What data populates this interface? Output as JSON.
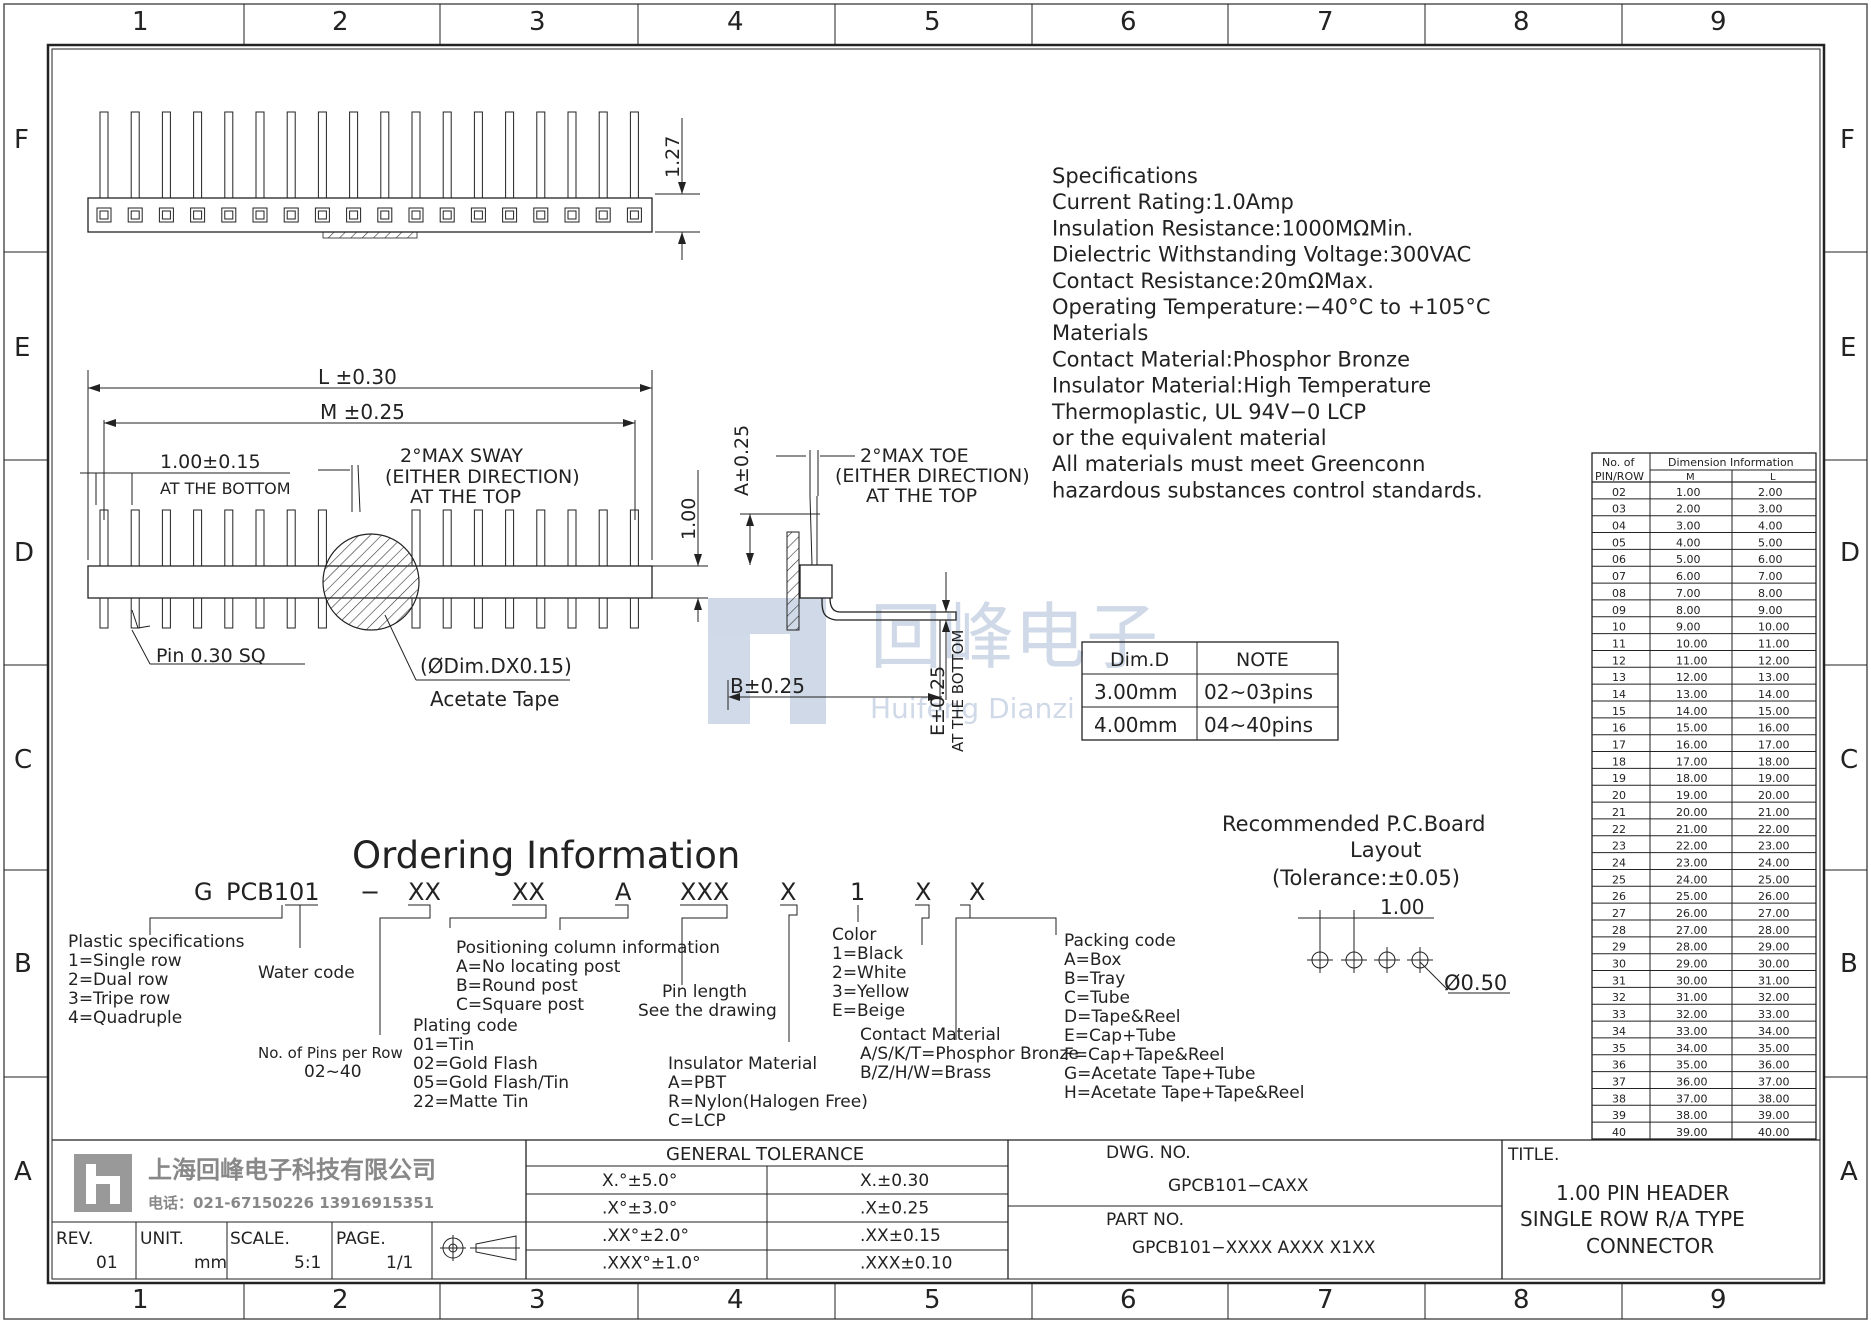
{
  "frame": {
    "columns": [
      "1",
      "2",
      "3",
      "4",
      "5",
      "6",
      "7",
      "8",
      "9"
    ],
    "rows": [
      "F",
      "E",
      "D",
      "C",
      "B",
      "A"
    ]
  },
  "specifications": {
    "lines": [
      "Specifications",
      "Current  Rating:1.0Amp",
      "Insulation  Resistance:1000MΩMin.",
      "Dielectric  Withstanding  Voltage:300VAC",
      "Contact  Resistance:20mΩMax.",
      "Operating  Temperature:−40°C  to  +105°C",
      "Materials",
      "Contact  Material:Phosphor Bronze",
      "Insulator  Material:High  Temperature",
      "Thermoplastic,  UL  94V−0  LCP",
      "or  the  equivalent  material",
      "All  materials  must  meet  Greenconn",
      "hazardous  substances  control  standards."
    ]
  },
  "dims": {
    "top_height": "1.27",
    "L": "L  ±0.30",
    "M": "M  ±0.25",
    "pitch": "1.00±0.15",
    "pitch_note": "AT THE BOTTOM",
    "sway_1": "2°MAX  SWAY",
    "sway_2": "(EITHER DIRECTION)",
    "sway_3": "AT THE TOP",
    "height": "1.00",
    "pin": "Pin  0.30  SQ",
    "tape_dim": "(ØDim.DX0.15)",
    "tape": "Acetate  Tape",
    "A": "A±0.25",
    "toe_1": "2°MAX  TOE",
    "toe_2": "(EITHER DIRECTION)",
    "toe_3": "AT THE TOP",
    "B": "B±0.25",
    "E": "E±0.25",
    "E_note": "AT THE BOTTOM"
  },
  "watermark": {
    "cn": "回峰电子",
    "en": "Huifeng Dianzi"
  },
  "dimd_table": {
    "headers": [
      "Dim.D",
      "NOTE"
    ],
    "rows": [
      [
        "3.00mm",
        "02~03pins"
      ],
      [
        "4.00mm",
        "04~40pins"
      ]
    ]
  },
  "pcb": {
    "title_1": "Recommended  P.C.Board",
    "title_2": "Layout",
    "title_3": "(Tolerance:±0.05)",
    "pitch": "1.00",
    "hole": "Ø0.50"
  },
  "ordering": {
    "title": "Ordering  Information",
    "code": [
      "G",
      "PCB101",
      "−",
      "XX",
      "XX",
      "A",
      "XXX",
      "X",
      "1",
      "X",
      "X"
    ],
    "plastic": [
      "Plastic  specifications",
      "1=Single  row",
      "2=Dual  row",
      "3=Tripe  row",
      "4=Quadruple"
    ],
    "water": [
      "Water  code"
    ],
    "pins_per_row": [
      "No. of Pins per Row",
      "02~40"
    ],
    "plating": [
      "Plating  code",
      "01=Tin",
      "02=Gold  Flash",
      "05=Gold  Flash/Tin",
      "22=Matte  Tin"
    ],
    "positioning": [
      "Positioning  column  information",
      "A=No  locating  post",
      "B=Round  post",
      "C=Square  post"
    ],
    "pin_length": [
      "Pin  length",
      "See  the  drawing"
    ],
    "insulator": [
      "Insulator  Material",
      "A=PBT",
      "R=Nylon(Halogen  Free)",
      "C=LCP"
    ],
    "color": [
      "Color",
      "1=Black",
      "2=White",
      "3=Yellow",
      "E=Beige"
    ],
    "contact": [
      "Contact  Material",
      "A/S/K/T=Phosphor Bronze",
      "B/Z/H/W=Brass"
    ],
    "packing": [
      "Packing  code",
      "A=Box",
      "B=Tray",
      "C=Tube",
      "D=Tape&Reel",
      "E=Cap+Tube",
      "F=Cap+Tape&Reel",
      "G=Acetate  Tape+Tube",
      "H=Acetate  Tape+Tape&Reel"
    ]
  },
  "dimension_table": {
    "h1": "No. of",
    "h2": "PIN/ROW",
    "h3": "Dimension  Information",
    "hm": "M",
    "hl": "L",
    "rows": [
      [
        "02",
        "1.00",
        "2.00"
      ],
      [
        "03",
        "2.00",
        "3.00"
      ],
      [
        "04",
        "3.00",
        "4.00"
      ],
      [
        "05",
        "4.00",
        "5.00"
      ],
      [
        "06",
        "5.00",
        "6.00"
      ],
      [
        "07",
        "6.00",
        "7.00"
      ],
      [
        "08",
        "7.00",
        "8.00"
      ],
      [
        "09",
        "8.00",
        "9.00"
      ],
      [
        "10",
        "9.00",
        "10.00"
      ],
      [
        "11",
        "10.00",
        "11.00"
      ],
      [
        "12",
        "11.00",
        "12.00"
      ],
      [
        "13",
        "12.00",
        "13.00"
      ],
      [
        "14",
        "13.00",
        "14.00"
      ],
      [
        "15",
        "14.00",
        "15.00"
      ],
      [
        "16",
        "15.00",
        "16.00"
      ],
      [
        "17",
        "16.00",
        "17.00"
      ],
      [
        "18",
        "17.00",
        "18.00"
      ],
      [
        "19",
        "18.00",
        "19.00"
      ],
      [
        "20",
        "19.00",
        "20.00"
      ],
      [
        "21",
        "20.00",
        "21.00"
      ],
      [
        "22",
        "21.00",
        "22.00"
      ],
      [
        "23",
        "22.00",
        "23.00"
      ],
      [
        "24",
        "23.00",
        "24.00"
      ],
      [
        "25",
        "24.00",
        "25.00"
      ],
      [
        "26",
        "25.00",
        "26.00"
      ],
      [
        "27",
        "26.00",
        "27.00"
      ],
      [
        "28",
        "27.00",
        "28.00"
      ],
      [
        "29",
        "28.00",
        "29.00"
      ],
      [
        "30",
        "29.00",
        "30.00"
      ],
      [
        "31",
        "30.00",
        "31.00"
      ],
      [
        "32",
        "31.00",
        "32.00"
      ],
      [
        "33",
        "32.00",
        "33.00"
      ],
      [
        "34",
        "33.00",
        "34.00"
      ],
      [
        "35",
        "34.00",
        "35.00"
      ],
      [
        "36",
        "35.00",
        "36.00"
      ],
      [
        "37",
        "36.00",
        "37.00"
      ],
      [
        "38",
        "37.00",
        "38.00"
      ],
      [
        "39",
        "38.00",
        "39.00"
      ],
      [
        "40",
        "39.00",
        "40.00"
      ]
    ]
  },
  "title_block": {
    "company": "上海回峰电子科技有限公司",
    "phone": "电话：021-67150226  13916915351",
    "rev_label": "REV.",
    "rev": "01",
    "unit_label": "UNIT.",
    "unit": "mm",
    "scale_label": "SCALE.",
    "scale": "5:1",
    "page_label": "PAGE.",
    "page": "1/1",
    "tolerance_title": "GENERAL  TOLERANCE",
    "tolerances": [
      [
        "X.°±5.0°",
        "X.±0.30"
      ],
      [
        ".X°±3.0°",
        ".X±0.25"
      ],
      [
        ".XX°±2.0°",
        ".XX±0.15"
      ],
      [
        ".XXX°±1.0°",
        ".XXX±0.10"
      ]
    ],
    "dwg_label": "DWG.  NO.",
    "dwg_no": "GPCB101−CAXX",
    "part_label": "PART  NO.",
    "part_no": "GPCB101−XXXX  AXXX  X1XX",
    "title_label": "TITLE.",
    "title_lines": [
      "1.00  PIN  HEADER",
      "SINGLE  ROW  R/A  TYPE",
      "CONNECTOR"
    ]
  }
}
